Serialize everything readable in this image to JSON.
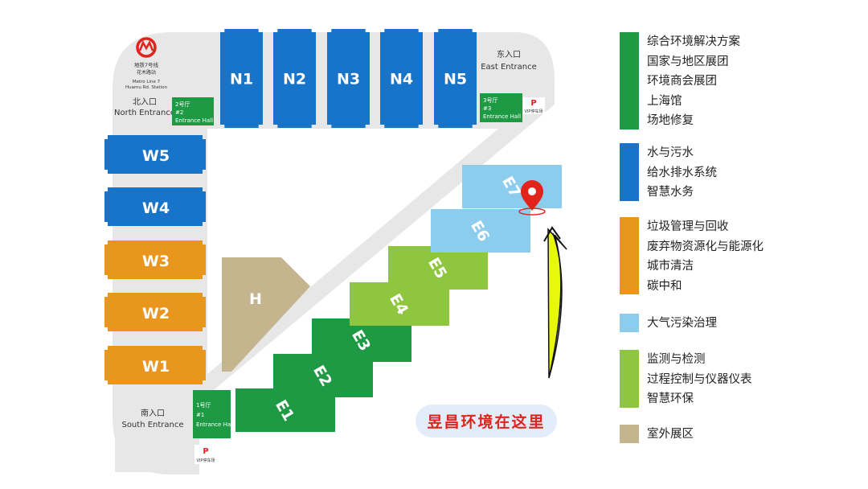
{
  "metro": {
    "line_cn": "地铁7号线",
    "station_cn": "花木路站",
    "line_en": "Metro Line 7",
    "station_en": "Huamu Rd. Station"
  },
  "entrances": {
    "north": {
      "cn": "北入口",
      "en": "North Entrance"
    },
    "east": {
      "cn": "东入口",
      "en": "East Entrance"
    },
    "south": {
      "cn": "南入口",
      "en": "South Entrance"
    }
  },
  "entrance_halls": [
    {
      "cn": "2号厅",
      "num": "#2",
      "en": "Entrance Hall"
    },
    {
      "cn": "3号厅",
      "num": "#3",
      "en": "Entrance Hall"
    },
    {
      "cn": "1号厅",
      "num": "#1",
      "en": "Entrance Hall"
    }
  ],
  "parking": {
    "symbol": "P",
    "label": "VIP停车场"
  },
  "halls": {
    "north": [
      "N1",
      "N2",
      "N3",
      "N4",
      "N5"
    ],
    "west": [
      "W5",
      "W4",
      "W3",
      "W2",
      "W1"
    ],
    "east": [
      "E1",
      "E2",
      "E3",
      "E4",
      "E5",
      "E6",
      "E7"
    ],
    "outdoor": "H"
  },
  "location_marker": {
    "hall": "E7",
    "label": "昱昌环境在这里"
  },
  "legend": [
    {
      "color": "#1e9a45",
      "items": [
        "综合环境解决方案",
        "国家与地区展团",
        "环境商会展团",
        "上海馆",
        "场地修复"
      ]
    },
    {
      "color": "#1874c8",
      "items": [
        "水与污水",
        "给水排水系统",
        "智慧水务"
      ]
    },
    {
      "color": "#e8961e",
      "items": [
        "垃圾管理与回收",
        "废弃物资源化与能源化",
        "城市清洁",
        "碳中和"
      ]
    },
    {
      "color": "#8ccdee",
      "items": [
        "大气污染治理"
      ]
    },
    {
      "color": "#8fc63f",
      "items": [
        "监测与检测",
        "过程控制与仪器仪表",
        "智慧环保"
      ]
    },
    {
      "color": "#c4b58e",
      "items": [
        "室外展区"
      ]
    }
  ],
  "colors": {
    "blue": "#1874c8",
    "green": "#1e9a45",
    "orange": "#e8961e",
    "light_blue": "#8ccdee",
    "light_green": "#8fc63f",
    "tan": "#c4b58e",
    "gray": "#e7e7e7",
    "accent_red": "#e0241b"
  }
}
